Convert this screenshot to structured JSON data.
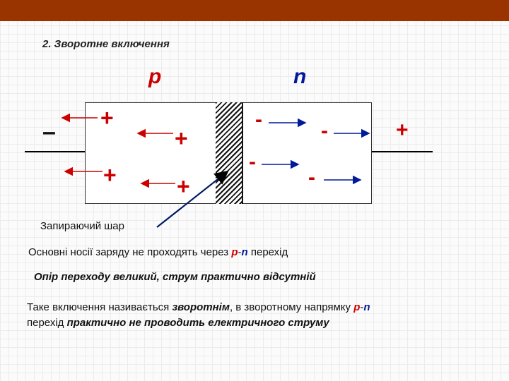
{
  "slide": {
    "heading": "2. Зворотне включення",
    "accent_color": "#993300"
  },
  "diagram": {
    "p_label": "p",
    "n_label": "n",
    "left_terminal": "–",
    "right_terminal": "+",
    "hole_symbol": "+",
    "electron_symbol": "-",
    "depletion_label": "Запираючий шар",
    "colors": {
      "p": "#cc0000",
      "n": "#001a99",
      "arrows_p": "#cc0000",
      "arrows_n": "#001a99"
    }
  },
  "captions": {
    "line1_a": "Основні носії заряду не проходять через ",
    "line1_p": "p",
    "line1_dash": "-",
    "line1_n": "n",
    "line1_b": " перехід",
    "line2": "Опір переходу великий, струм практично відсутній",
    "line3_a": " Таке включення називається ",
    "line3_bold": "зворотнім",
    "line3_b": ", в зворотному напрямку ",
    "line3_p": "p",
    "line3_dash": "-",
    "line3_n": "n",
    "line4_a": "перехід ",
    "line4_bold": "практично не проводить електричного струму"
  }
}
